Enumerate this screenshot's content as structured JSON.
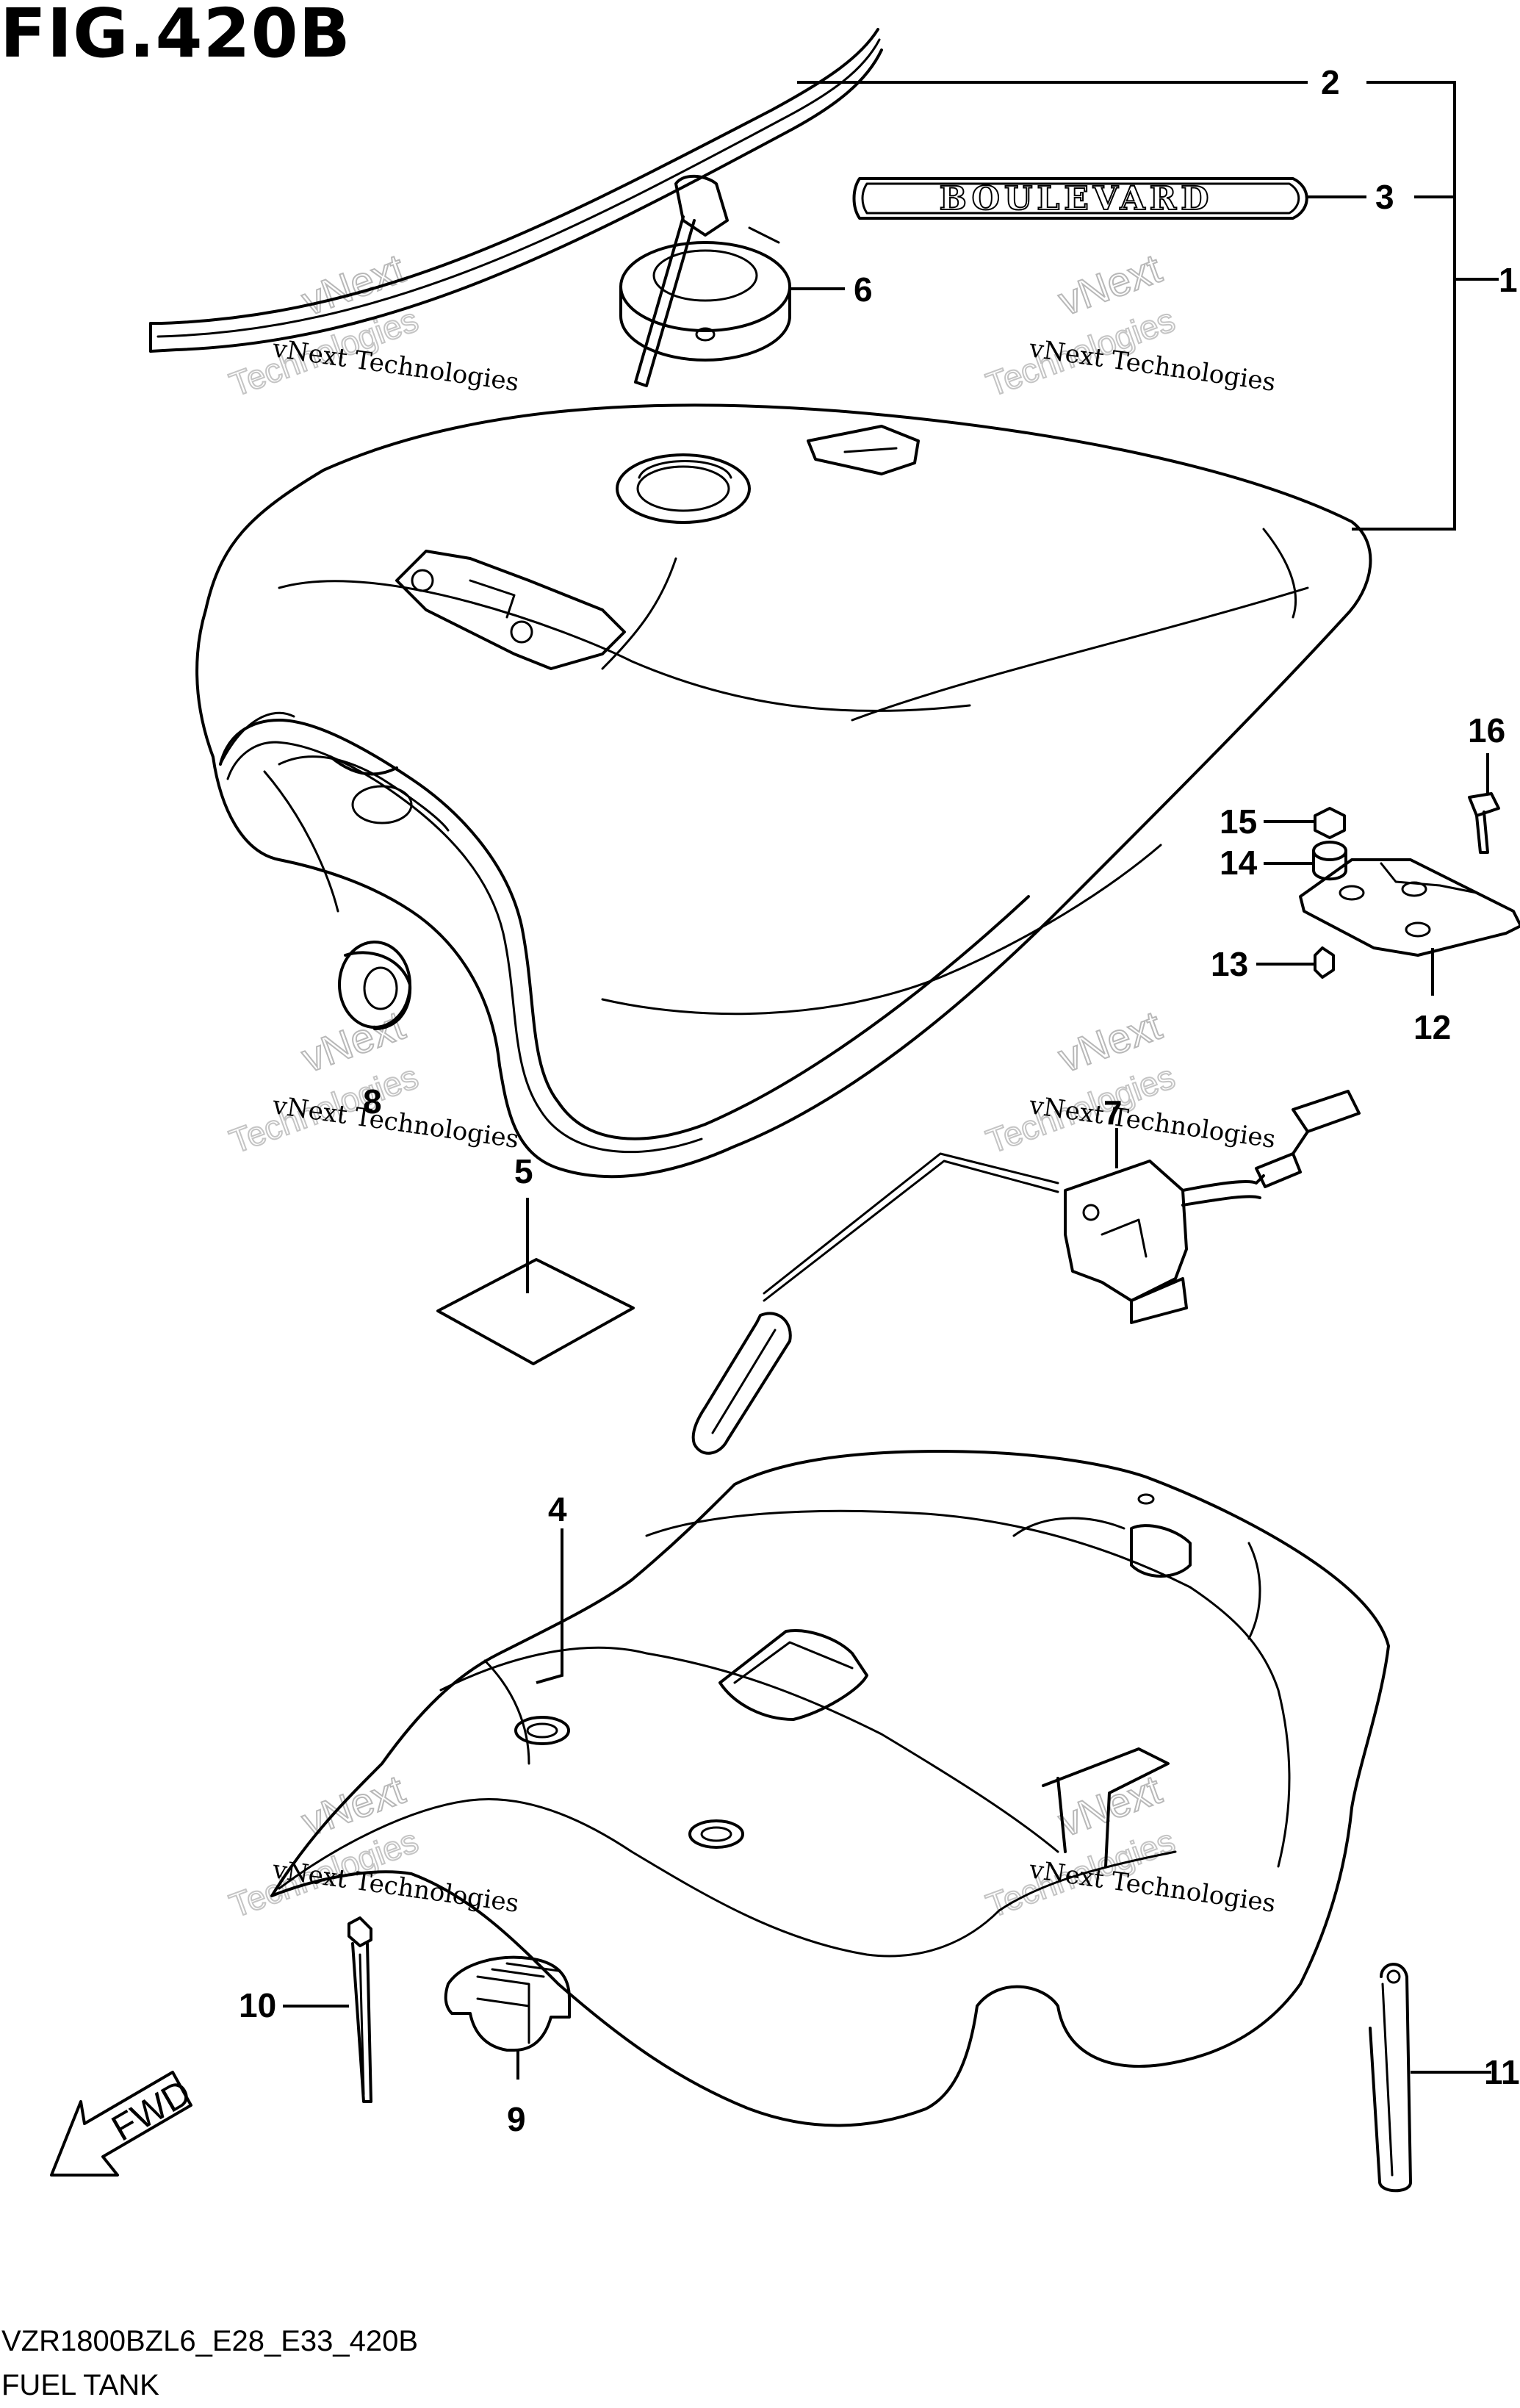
{
  "figure": {
    "title": "FIG.420B",
    "model_code": "VZR1800BZL6_E28_E33_420B",
    "caption": "FUEL TANK"
  },
  "emblem_text": "BOULEVARD",
  "fwd_arrow_label": "FWD",
  "watermark": {
    "line1": "vNext",
    "line2": "vNext Technologies",
    "line3": "Technologies"
  },
  "callouts": [
    {
      "id": "1",
      "label": "1"
    },
    {
      "id": "2",
      "label": "2"
    },
    {
      "id": "3",
      "label": "3"
    },
    {
      "id": "4",
      "label": "4"
    },
    {
      "id": "5",
      "label": "5"
    },
    {
      "id": "6",
      "label": "6"
    },
    {
      "id": "7",
      "label": "7"
    },
    {
      "id": "8",
      "label": "8"
    },
    {
      "id": "9",
      "label": "9"
    },
    {
      "id": "10",
      "label": "10"
    },
    {
      "id": "11",
      "label": "11"
    },
    {
      "id": "12",
      "label": "12"
    },
    {
      "id": "13",
      "label": "13"
    },
    {
      "id": "14",
      "label": "14"
    },
    {
      "id": "15",
      "label": "15"
    },
    {
      "id": "16",
      "label": "16"
    }
  ]
}
